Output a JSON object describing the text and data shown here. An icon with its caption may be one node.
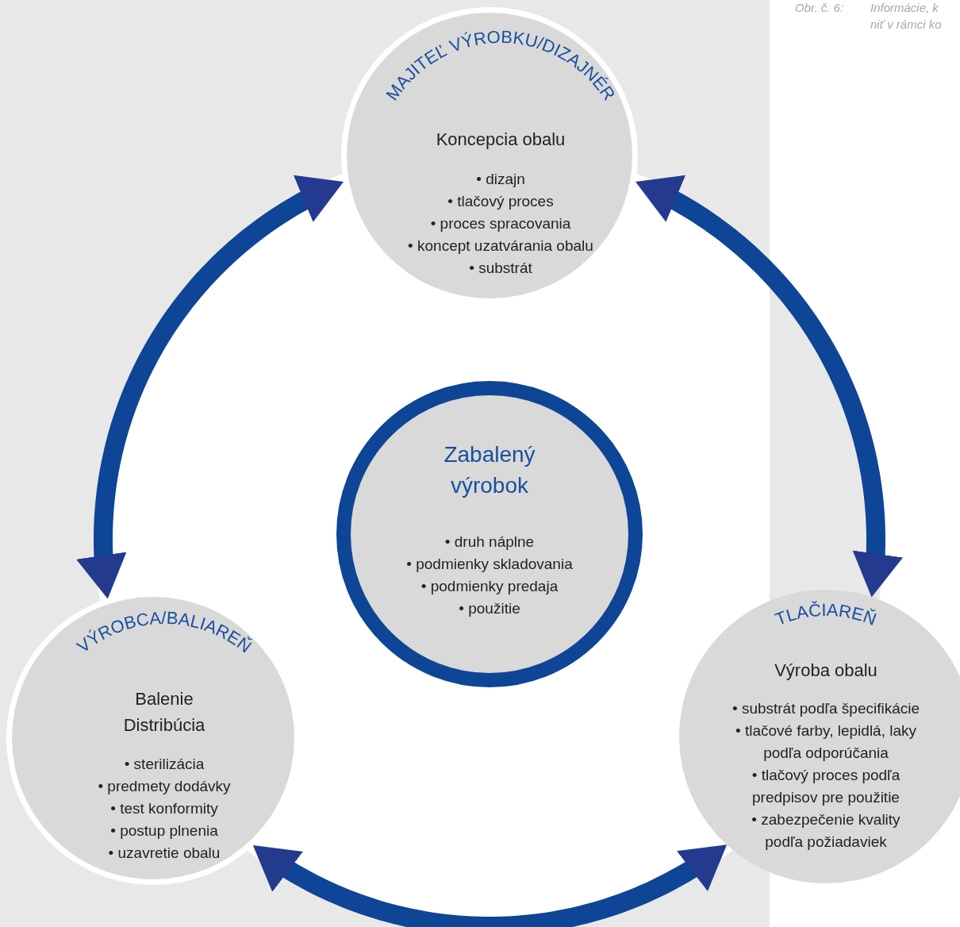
{
  "diagram": {
    "nodes": [
      {
        "text": [
          "MAJITEĽ VÝROBKU/DIZAJNÉR",
          "Koncepcia obalu",
          "• dizajn",
          "• tlačový proces",
          "• proces spracovania",
          "• koncept uzatvárania obalu",
          "• substrát"
        ]
      },
      {
        "text": [
          "Zabalený výrobok",
          "• druh náplne",
          "• podmienky skladovania",
          "• podmienky predaja",
          "• použitie"
        ]
      },
      {
        "text": [
          "VÝROBCA/BALIAREŇ",
          "Balenie Distribúcia",
          "• sterilizácia",
          "• predmety dodávky",
          "• test konformity",
          "• postup plnenia",
          "• uzavretie obalu"
        ]
      },
      {
        "text": [
          "TLAČIAREŇ",
          "Výroba obalu",
          "• substrát podľa špecifikácie",
          "• tlačové farby, lepidlá, laky podľa odporúčania",
          "• tlačový proces podľa predpisov pre použitie",
          "• zabezpečenie kvality podľa požiadaviek"
        ]
      }
    ],
    "edges": [
      {
        "from": 0,
        "to": 2,
        "arrow": "both"
      },
      {
        "from": 0,
        "to": 3,
        "arrow": "both"
      },
      {
        "from": 2,
        "to": 3,
        "arrow": "both"
      }
    ],
    "labels": [
      "Obr. č. 6:",
      "Informácie, k",
      "niť v rámci ko"
    ]
  }
}
